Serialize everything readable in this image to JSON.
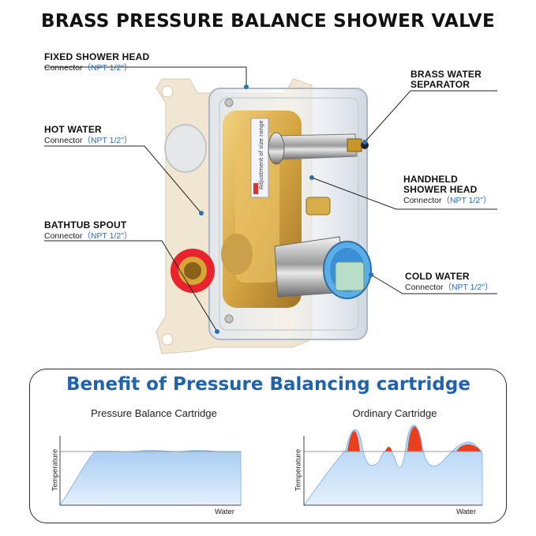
{
  "title": "BRASS PRESSURE BALANCE SHOWER VALVE",
  "callouts": {
    "fixed_head": {
      "label": "FIXED SHOWER HEAD",
      "sub": "Connector",
      "spec": "（NPT 1/2\"）"
    },
    "hot_water": {
      "label": "HOT WATER",
      "sub": "Connector",
      "spec": "（NPT 1/2\"）"
    },
    "bathtub": {
      "label": "BATHTUB SPOUT",
      "sub": "Connector",
      "spec": "（NPT 1/2\"）"
    },
    "separator": {
      "label_line1": "BRASS WATER",
      "label_line2": "SEPARATOR"
    },
    "handheld": {
      "label_line1": "HANDHELD",
      "label_line2": "SHOWER HEAD",
      "sub": "Connector",
      "spec": "（NPT 1/2\"）"
    },
    "cold_water": {
      "label": "COLD WATER",
      "sub": "Connector",
      "spec": "（NPT 1/2\"）"
    }
  },
  "valve_text": "Adjustment of size range",
  "benefit": {
    "title": "Benefit of Pressure Balancing cartridge"
  },
  "colors": {
    "title_blue": "#1f63ae",
    "spec_blue": "#2a6fb8",
    "water_blue": "#a9cdf3",
    "spike_red": "#e8401c",
    "brass": "#d4a23a"
  },
  "chart_data": [
    {
      "type": "area",
      "title": "Pressure Balance Cartridge",
      "xlabel": "Water",
      "ylabel": "Temperature",
      "reference_line": "target temperature",
      "shape": "rises then stays flat at target"
    },
    {
      "type": "area",
      "title": "Ordinary Cartridge",
      "xlabel": "Water",
      "ylabel": "Temperature",
      "reference_line": "target temperature",
      "shape": "fluctuating with peaks above target (shown in red)"
    }
  ]
}
